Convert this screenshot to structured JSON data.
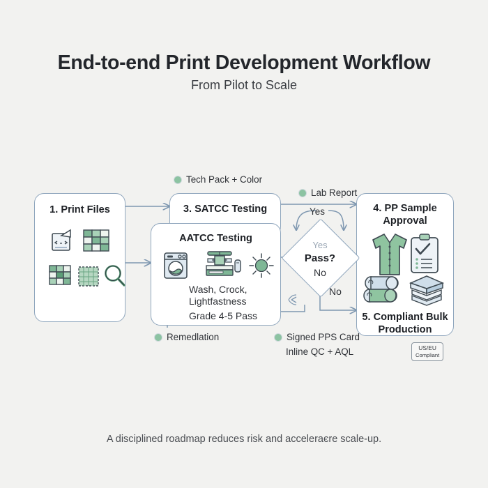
{
  "header": {
    "title": "End-to-end Print Development Workflow",
    "subtitle": "From Pilot to Scale"
  },
  "footer": {
    "caption": "A disciplined roadmap reduces risk and acceleraєre scale-up."
  },
  "colors": {
    "background": "#f2f2f0",
    "node_border": "#8fa6bd",
    "node_fill": "#ffffff",
    "arrow": "#7e97b0",
    "accent_green": "#8cc3a2",
    "icon_green_dark": "#5d9e78",
    "icon_blue": "#c6d8e8",
    "text": "#23262b"
  },
  "nodes": [
    {
      "id": "print-files",
      "label": "1. Print Files",
      "icons": [
        "vector-file-icon",
        "color-grid-icon",
        "swatch-grid-icon",
        "fabric-swatch-icon",
        "magnifier-icon"
      ]
    },
    {
      "id": "satcc-testing",
      "label": "3. SATCC Testing",
      "icons": []
    },
    {
      "id": "aatcc-testing",
      "label": "AATCC Testing",
      "detail_line_1": "Wash, Crock,",
      "detail_line_2": "Lightfastness",
      "detail_line_3": "Grade 4-5 Pass",
      "icons": [
        "washing-machine-icon",
        "crockmeter-icon",
        "sun-lightfastness-icon"
      ]
    },
    {
      "id": "pp-sample-approval",
      "label_line_1": "4. PP Sample",
      "label_line_2": "Approval",
      "icons": [
        "polo-shirt-icon",
        "clipboard-check-icon"
      ]
    },
    {
      "id": "compliant-bulk-production",
      "label_line_1": "5. Compliant Bulk",
      "label_line_2": "Production",
      "icons": [
        "fabric-rolls-icon",
        "open-box-icon"
      ]
    }
  ],
  "decision": {
    "label": "Pass?",
    "inner_yes": "Yes",
    "inner_no": "No"
  },
  "edge_labels": {
    "yes_arc": "Yes",
    "no_branch": "No"
  },
  "notes": [
    {
      "id": "tech-pack",
      "text": "Tech Pack + Color",
      "marker": true
    },
    {
      "id": "lab-report",
      "text": "Lab Report",
      "marker": true
    },
    {
      "id": "remediation",
      "text": "Remedlation",
      "marker": true
    },
    {
      "id": "signed-pps-card",
      "text": "Signed PPS Card",
      "marker": true
    },
    {
      "id": "inline-qc",
      "text": "Inline QC + AQL",
      "marker": false
    }
  ],
  "badge": {
    "line1": "US/EU",
    "line2": "Compliant"
  }
}
